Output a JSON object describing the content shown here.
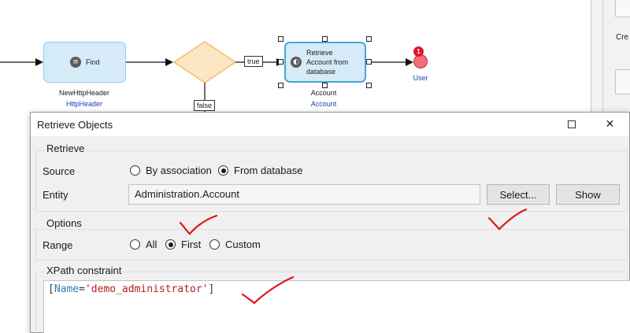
{
  "microflow": {
    "find_activity": {
      "label": "Find",
      "icon": "filter-list-icon",
      "variable": "NewHttpHeader",
      "type": "HttpHeader"
    },
    "decision_true_label": "true",
    "decision_false_label": "false",
    "retrieve_activity": {
      "label_lines": [
        "Retrieve",
        "Account from",
        "database"
      ],
      "icon": "retrieve-icon",
      "variable": "Account",
      "type": "Account"
    },
    "end_event": {
      "label": "User",
      "badge": "1"
    }
  },
  "right_panel": {
    "partial_text": "Cre"
  },
  "dialog": {
    "title": "Retrieve Objects",
    "retrieve_group": {
      "title": "Retrieve",
      "source_label": "Source",
      "source_options": [
        "By association",
        "From database"
      ],
      "source_selected": "From database",
      "entity_label": "Entity",
      "entity_value": "Administration.Account",
      "select_button": "Select...",
      "show_button": "Show"
    },
    "options_group": {
      "title": "Options",
      "range_label": "Range",
      "range_options": [
        "All",
        "First",
        "Custom"
      ],
      "range_selected": "First"
    },
    "xpath_group": {
      "title": "XPath constraint",
      "open_bracket": "[",
      "attribute": "Name",
      "equals": "=",
      "value": "'demo_administrator'",
      "close_bracket": "]"
    }
  },
  "colors": {
    "activity_fill": "#d6ebf8",
    "activity_border": "#8ec8ee",
    "decision_fill": "#fde6c3",
    "decision_border": "#f3bd72",
    "end_event": "#f46b7a",
    "annotation_checkmark": "#e0141e",
    "link_blue": "#1a3fb8"
  }
}
